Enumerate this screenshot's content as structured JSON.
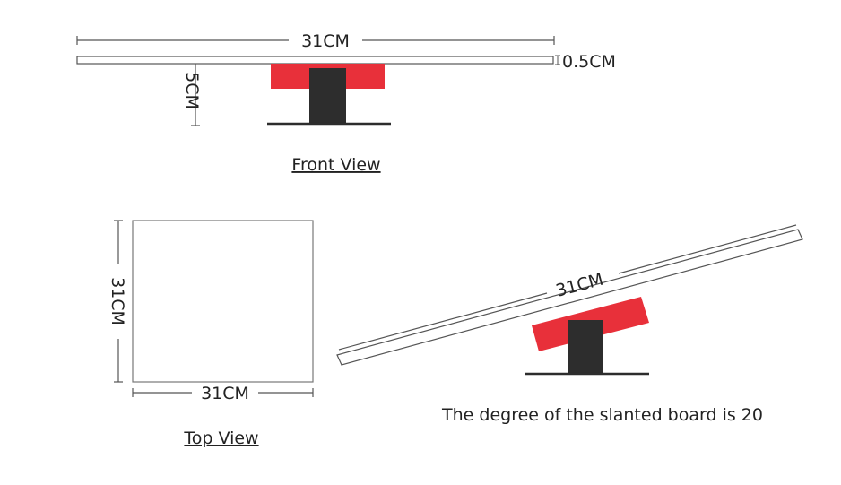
{
  "colors": {
    "base": "#2d2d2d",
    "clamp": "#e8303a",
    "line": "#555555",
    "text": "#222222"
  },
  "front_view": {
    "caption": "Front View",
    "width_label": "31CM",
    "thickness_label": "0.5CM",
    "height_label": "5CM"
  },
  "top_view": {
    "caption": "Top View",
    "width_label": "31CM",
    "height_label": "31CM"
  },
  "slanted_view": {
    "length_label": "31CM",
    "note": "The degree of the slanted board is 20"
  }
}
